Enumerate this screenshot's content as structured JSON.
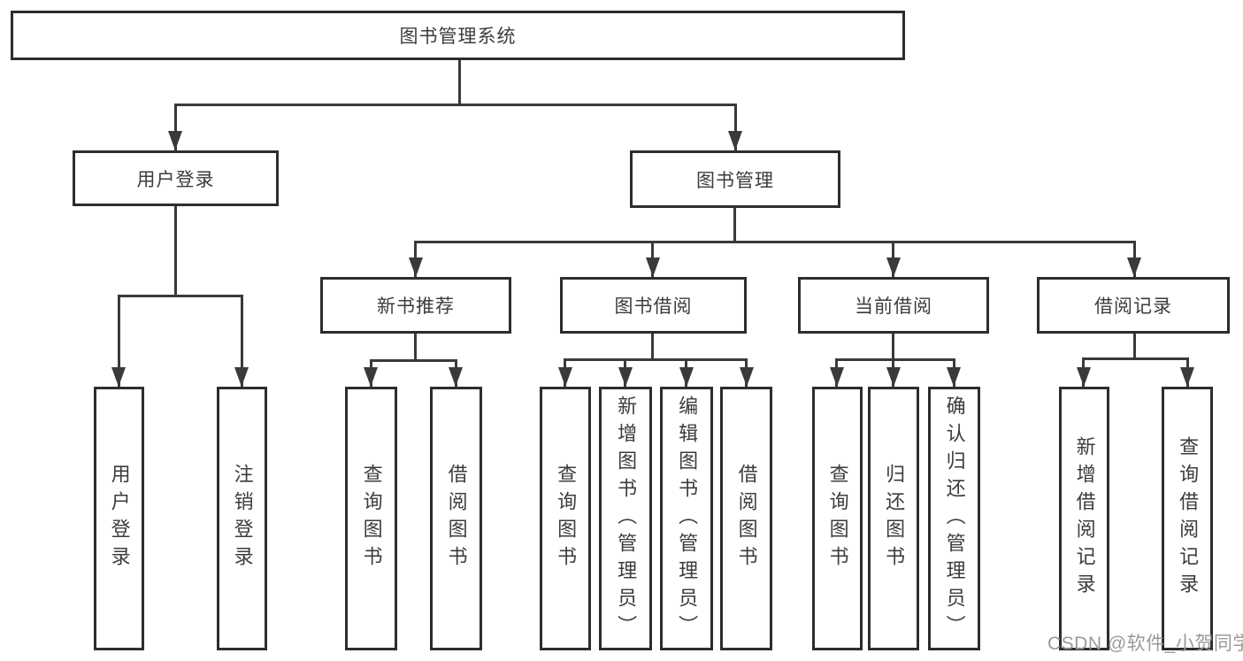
{
  "diagram": {
    "root": {
      "label": "图书管理系统"
    },
    "branches": [
      {
        "label": "用户登录",
        "children": [
          {
            "label": "用户登录"
          },
          {
            "label": "注销登录"
          }
        ]
      },
      {
        "label": "图书管理",
        "children": [
          {
            "label": "新书推荐",
            "children": [
              {
                "label": "查询图书"
              },
              {
                "label": "借阅图书"
              }
            ]
          },
          {
            "label": "图书借阅",
            "children": [
              {
                "label": "查询图书"
              },
              {
                "label": "新增图书（管理员）"
              },
              {
                "label": "编辑图书（管理员）"
              },
              {
                "label": "借阅图书"
              }
            ]
          },
          {
            "label": "当前借阅",
            "children": [
              {
                "label": "查询图书"
              },
              {
                "label": "归还图书"
              },
              {
                "label": "确认归还（管理员）"
              }
            ]
          },
          {
            "label": "借阅记录",
            "children": [
              {
                "label": "新增借阅记录"
              },
              {
                "label": "查询借阅记录"
              }
            ]
          }
        ]
      }
    ]
  },
  "watermark": {
    "text": "CSDN @软件_小贺同学"
  },
  "colors": {
    "line": "#3a3a3a",
    "border": "#2d2d2d",
    "text": "#3c3c3c",
    "watermark": "#9a9a9a",
    "background": "#ffffff"
  }
}
